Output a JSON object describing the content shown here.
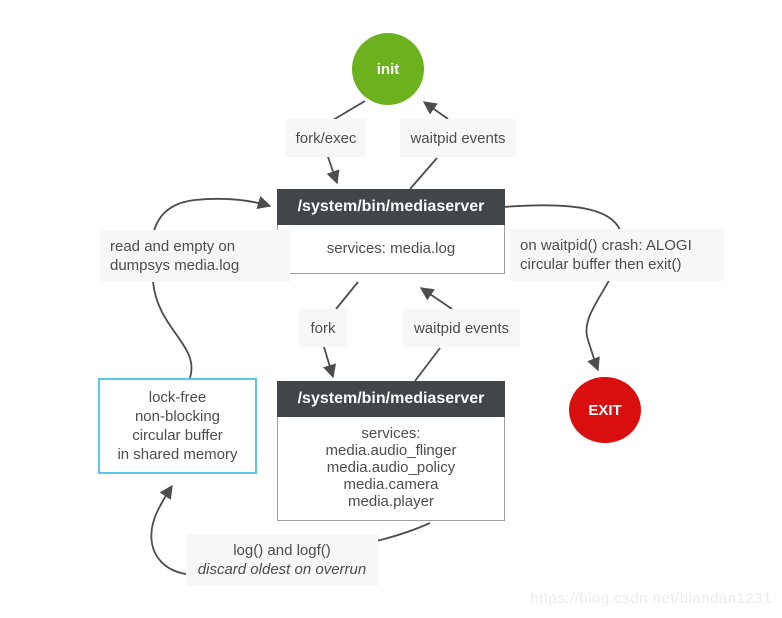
{
  "diagram": {
    "nodes": {
      "init": "init",
      "exit": "EXIT"
    },
    "edge_labels": {
      "top_fork": "fork/exec",
      "top_waitpid": "waitpid events",
      "mid_fork": "fork",
      "mid_waitpid": "waitpid events"
    },
    "mediaserver1": {
      "title": "/system/bin/mediaserver",
      "body": "services: media.log"
    },
    "mediaserver2": {
      "title": "/system/bin/mediaserver",
      "lines": [
        "services:",
        "media.audio_flinger",
        "media.audio_policy",
        "media.camera",
        "media.player"
      ]
    },
    "buffer_box": {
      "lines": [
        "lock-free",
        "non-blocking",
        "circular buffer",
        "in shared memory"
      ]
    },
    "notes": {
      "left_line1": "read and empty on",
      "left_line2": "dumpsys media.log",
      "right_line1": "on waitpid() crash: ALOGI",
      "right_line2": "circular buffer then exit()",
      "bottom_normal": "log() and logf()",
      "bottom_italic": "discard oldest on overrun"
    },
    "watermark": "https://blog.csdn.net/biandan1231",
    "colors": {
      "init_green": "#6cb21f",
      "exit_red": "#d90f0f",
      "box_header_dark": "#41464b",
      "buffer_border_cyan": "#5bc6e8",
      "note_background": "#f7f7f7",
      "line_gray": "#4d4d4d",
      "watermark_gray": "#ebebeb"
    }
  }
}
